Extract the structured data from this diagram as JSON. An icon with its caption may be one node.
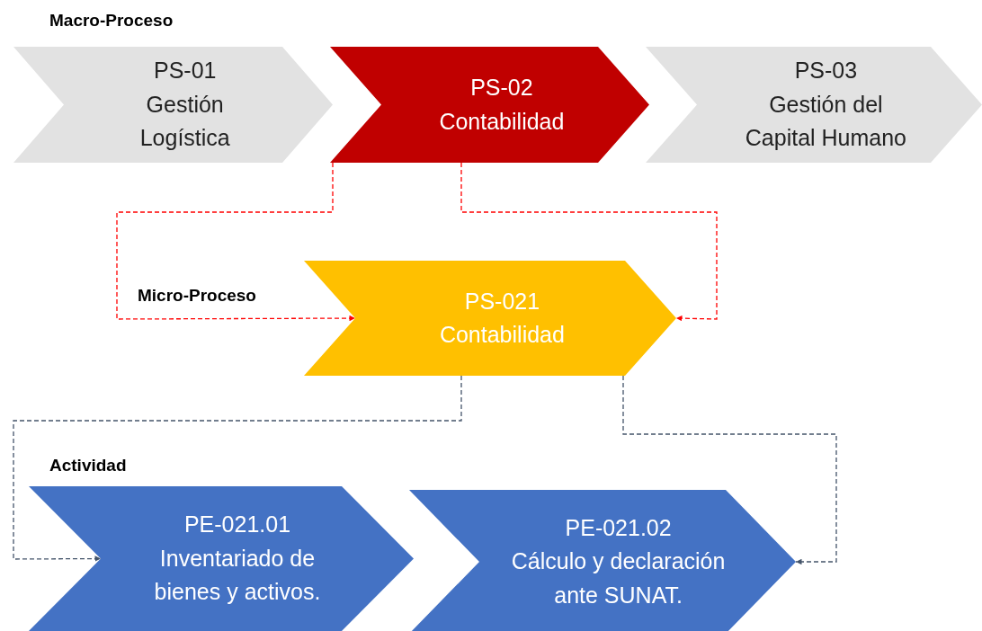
{
  "diagram": {
    "nodes": [
      {
        "text": [
          "PS-01",
          "Gestión Logística"
        ]
      },
      {
        "text": [
          "PS-02",
          "Contabilidad"
        ]
      },
      {
        "text": [
          "PS-03",
          "Gestión del Capital Humano"
        ]
      },
      {
        "text": [
          "PS-021",
          "Contabilidad"
        ]
      },
      {
        "text": [
          "PE-021.01",
          "Inventariado de bienes y activos."
        ]
      },
      {
        "text": [
          "PE-021.02",
          "Cálculo y declaración ante SUNAT."
        ]
      }
    ],
    "edges": [
      {
        "from": 1,
        "to": 3,
        "arrow": "to",
        "style": "dashed",
        "color": "#ff0000"
      },
      {
        "from": 1,
        "to": 3,
        "arrow": "to",
        "style": "dashed",
        "color": "#ff0000"
      },
      {
        "from": 3,
        "to": 4,
        "arrow": "to",
        "style": "dashed",
        "color": "#44546a"
      },
      {
        "from": 3,
        "to": 5,
        "arrow": "to",
        "style": "dashed",
        "color": "#44546a"
      }
    ],
    "labels": [
      "Macro-Proceso",
      "Micro-Proceso",
      "Actividad"
    ]
  }
}
